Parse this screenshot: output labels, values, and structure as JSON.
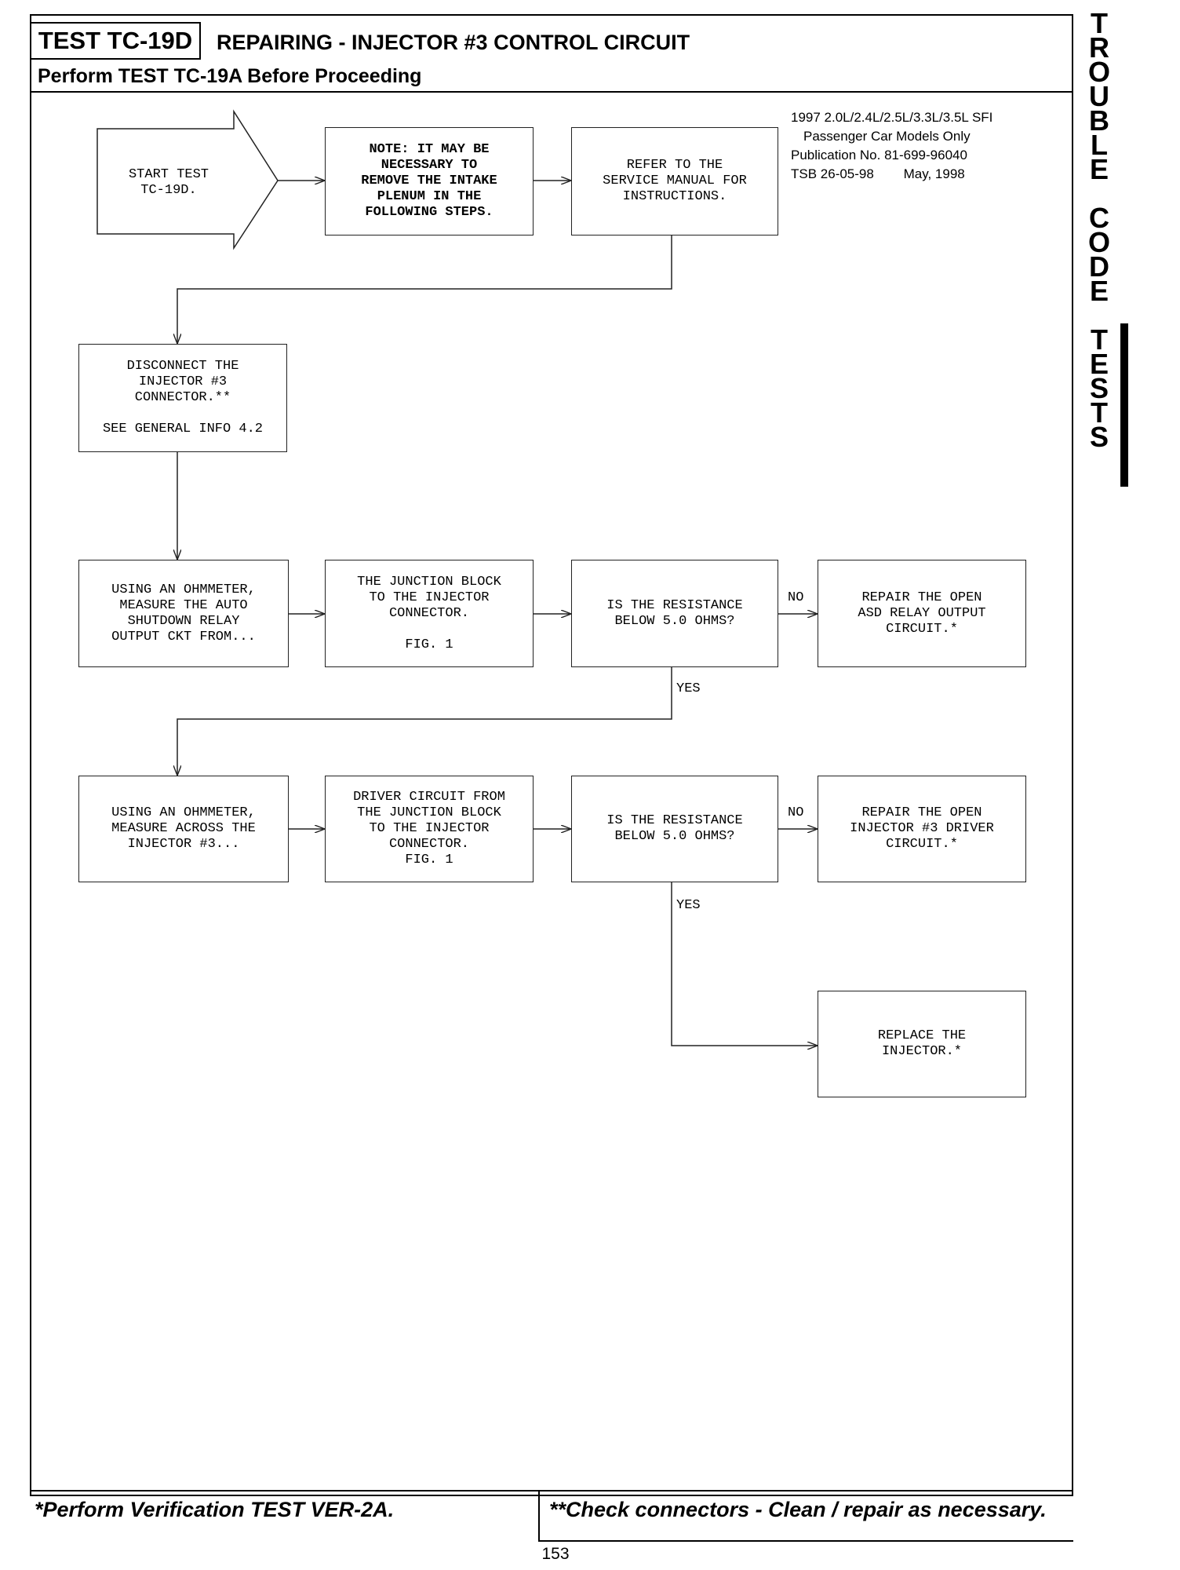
{
  "header": {
    "test_id": "TEST TC-19D",
    "title": "REPAIRING - INJECTOR #3 CONTROL CIRCUIT",
    "subtitle": "Perform TEST TC-19A Before Proceeding"
  },
  "publication": {
    "line1": "1997 2.0L/2.4L/2.5L/3.3L/3.5L SFI",
    "line2": "Passenger Car Models Only",
    "line3": "Publication No. 81-699-96040",
    "line4": "TSB 26-05-98        May, 1998"
  },
  "flowchart": {
    "start": "START TEST\nTC-19D.",
    "note": "NOTE: IT MAY BE\nNECESSARY TO\nREMOVE THE INTAKE\nPLENUM IN THE\nFOLLOWING STEPS.",
    "refer": "REFER TO THE\nSERVICE MANUAL FOR\nINSTRUCTIONS.",
    "disconnect": "DISCONNECT THE\nINJECTOR #3\nCONNECTOR.**\n\nSEE GENERAL INFO 4.2",
    "measure_asd": "USING AN OHMMETER,\nMEASURE THE AUTO\nSHUTDOWN RELAY\nOUTPUT CKT FROM...",
    "junction_block": "THE JUNCTION BLOCK\nTO THE INJECTOR\nCONNECTOR.\n\nFIG. 1",
    "question_1": "IS THE RESISTANCE\nBELOW 5.0 OHMS?",
    "repair_asd": "REPAIR THE OPEN\nASD RELAY OUTPUT\nCIRCUIT.*",
    "measure_injector": "USING AN OHMMETER,\nMEASURE ACROSS THE\nINJECTOR #3...",
    "driver_circuit": "DRIVER CIRCUIT FROM\nTHE JUNCTION BLOCK\nTO THE INJECTOR\nCONNECTOR.\nFIG. 1",
    "question_2": "IS THE RESISTANCE\nBELOW 5.0 OHMS?",
    "repair_driver": "REPAIR THE OPEN\nINJECTOR #3 DRIVER\nCIRCUIT.*",
    "replace": "REPLACE THE\nINJECTOR.*",
    "label_no_1": "NO",
    "label_yes_1": "YES",
    "label_no_2": "NO",
    "label_yes_2": "YES"
  },
  "side_tab": "T\nR\nO\nU\nB\nL\nE\n\nC\nO\nD\nE\n\nT\nE\nS\nT\nS",
  "footer": {
    "left": "*Perform Verification TEST VER-2A.",
    "right": "**Check connectors - Clean / repair as necessary.",
    "page_number": "153"
  }
}
